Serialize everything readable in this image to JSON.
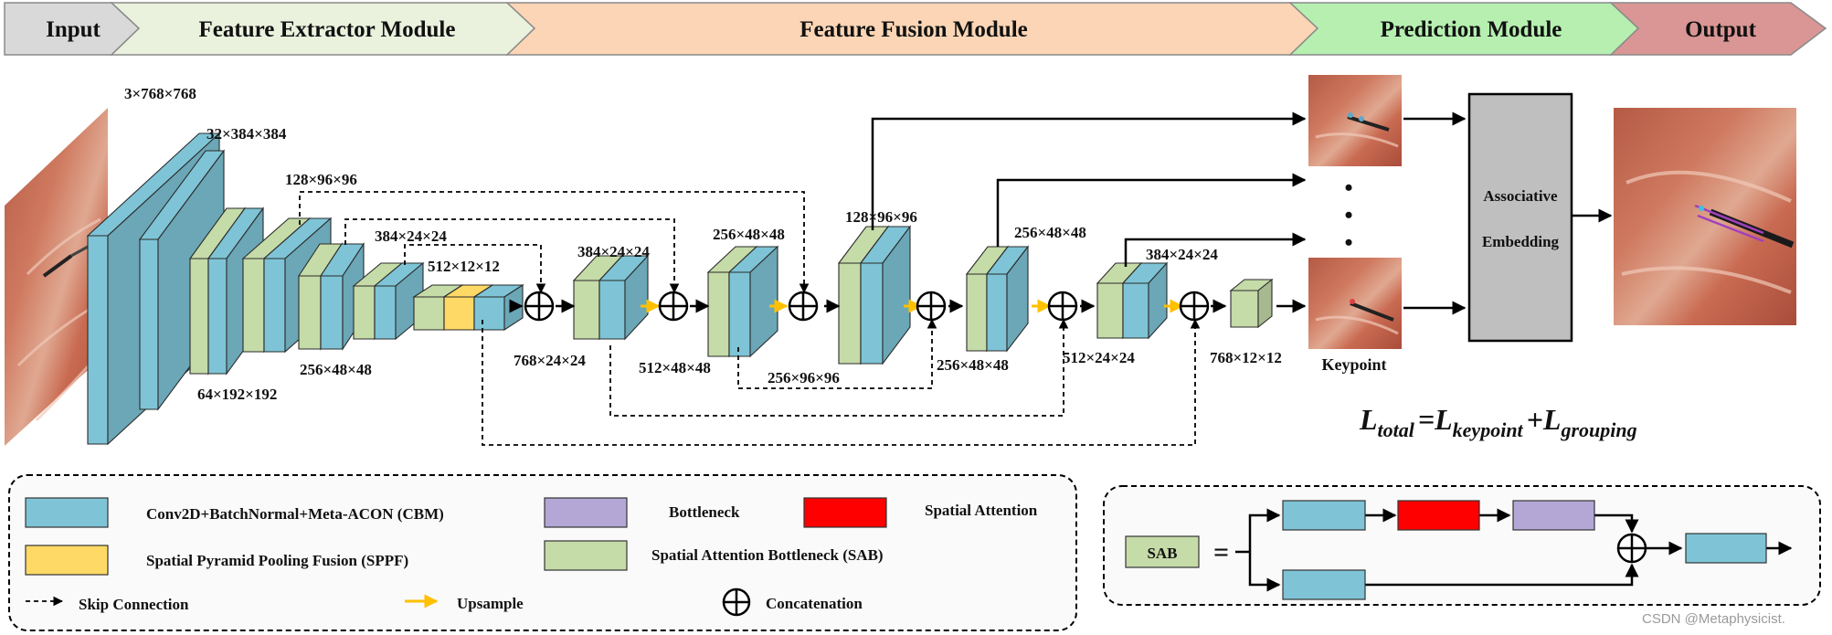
{
  "header": {
    "input": "Input",
    "feature_extractor": "Feature Extractor Module",
    "feature_fusion": "Feature Fusion Module",
    "prediction": "Prediction Module",
    "output": "Output"
  },
  "dims": {
    "d1": "3×768×768",
    "d2": "32×384×384",
    "d3": "128×96×96",
    "d4": "384×24×24",
    "d5": "512×12×12",
    "d6": "64×192×192",
    "d7": "256×48×48",
    "f1_top": "384×24×24",
    "f1_bottom": "768×24×24",
    "f2_top": "256×48×48",
    "f2_bottom": "512×48×48",
    "f3_top": "128×96×96",
    "f3_bottom": "256×96×96",
    "f4_top": "256×48×48",
    "f4_bottom": "256×48×48",
    "f5_top": "384×24×24",
    "f5_bottom": "512×24×24",
    "f6_bottom": "768×12×12"
  },
  "prediction": {
    "dots": "•",
    "keypoint": "Keypoint",
    "ae_line1": "Associative",
    "ae_line2": "Embedding"
  },
  "loss": {
    "L": "L",
    "total": "total",
    "eq": "=",
    "keypoint": "keypoint",
    "plus": "+",
    "grouping": "grouping"
  },
  "legend": {
    "cbm": "Conv2D+BatchNormal+Meta-ACON (CBM)",
    "sppf": "Spatial Pyramid Pooling Fusion (SPPF)",
    "bottleneck": "Bottleneck",
    "sab": "Spatial Attention Bottleneck (SAB)",
    "spatial_attention": "Spatial Attention",
    "skip": "Skip Connection",
    "upsample": "Upsample",
    "concat": "Concatenation"
  },
  "sab_panel": {
    "label": "SAB",
    "eq": "="
  },
  "watermark": "CSDN @Metaphysicist.",
  "colors": {
    "cbm": "#7ec4d6",
    "sab": "#c5dba8",
    "sppf": "#ffd966",
    "bottleneck": "#b4a7d6",
    "spatial_attention": "#ff0000",
    "upsample": "#ffc000",
    "tissue": "#c0664e",
    "header_gray": "#d9d9d9",
    "header_green1": "#eaf1dd",
    "header_orange": "#fbd5b5",
    "header_green2": "#b6efb0",
    "header_red": "#d99694",
    "embedding_box": "#bfbfbf"
  },
  "icons": [
    "circle-plus-icon",
    "dashed-arrow-icon",
    "upsample-arrow-icon"
  ]
}
